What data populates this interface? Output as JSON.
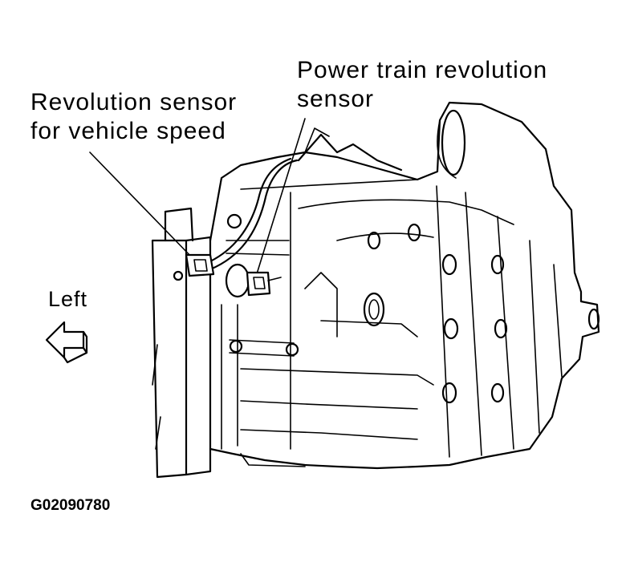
{
  "labels": {
    "vehicle_speed_sensor": [
      "Revolution sensor",
      "for vehicle speed"
    ],
    "power_train_sensor": [
      "Power train revolution",
      "sensor"
    ],
    "direction": "Left"
  },
  "figure_id": "G02090780",
  "colors": {
    "ink": "#000000",
    "background": "#ffffff"
  },
  "icons": {
    "direction_arrow": "arrow-left-icon"
  }
}
